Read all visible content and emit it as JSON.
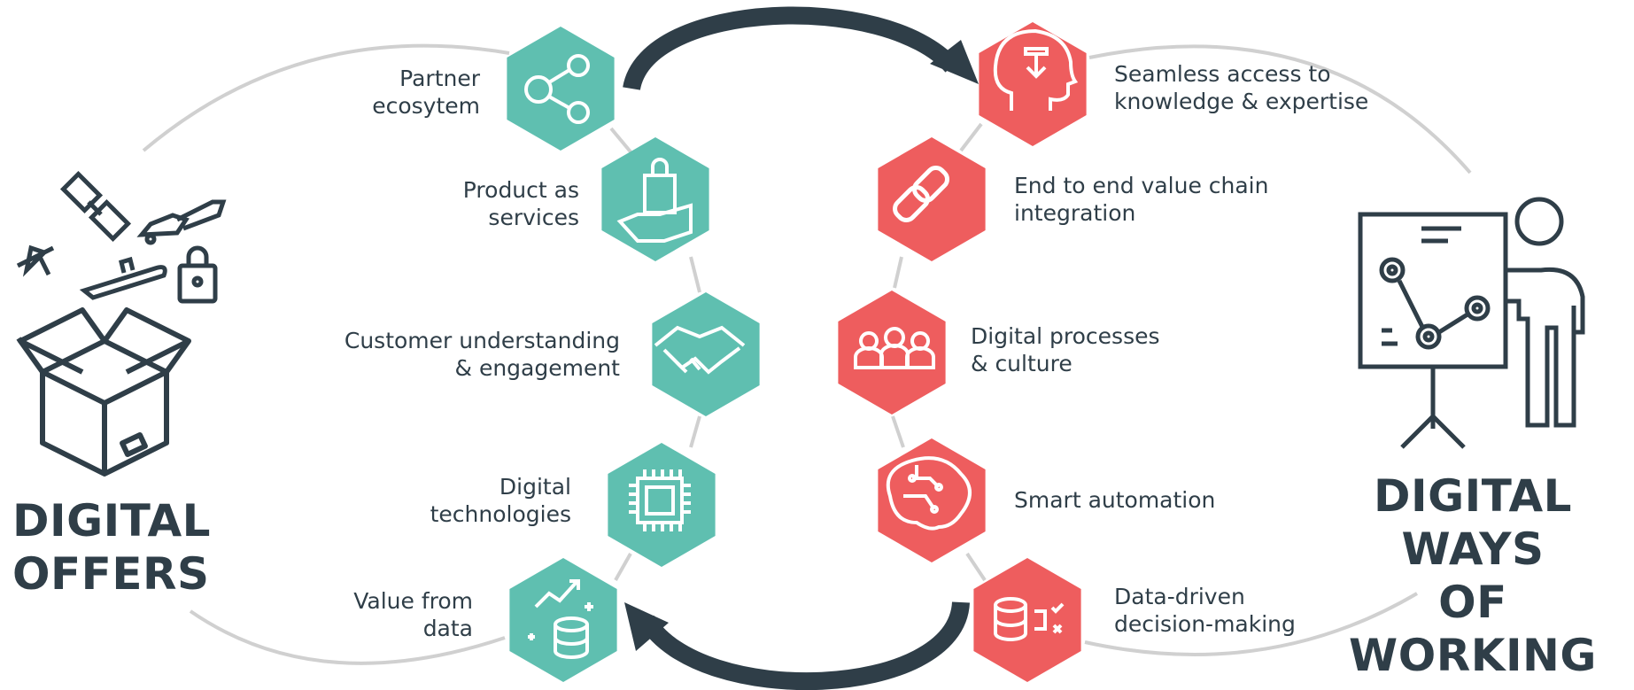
{
  "left_title": "DIGITAL\nOFFERS",
  "right_title": "DIGITAL WAYS\nOF WORKING",
  "colors": {
    "teal": "#5fbfb0",
    "coral": "#ee5d5e",
    "dark": "#2f3e48",
    "line": "#d0d0d0"
  },
  "left_items": [
    {
      "label": "Partner\necosytem",
      "icon": "share-network-icon"
    },
    {
      "label": "Product as\nservices",
      "icon": "shopping-bag-hand-icon"
    },
    {
      "label": "Customer understanding\n& engagement",
      "icon": "handshake-icon"
    },
    {
      "label": "Digital\ntechnologies",
      "icon": "microchip-icon"
    },
    {
      "label": "Value from\ndata",
      "icon": "database-growth-icon"
    }
  ],
  "right_items": [
    {
      "label": "Seamless access to\nknowledge & expertise",
      "icon": "head-download-icon"
    },
    {
      "label": "End to end value chain\nintegration",
      "icon": "chain-link-icon"
    },
    {
      "label": "Digital processes\n& culture",
      "icon": "team-people-icon"
    },
    {
      "label": "Smart automation",
      "icon": "circuit-brain-icon"
    },
    {
      "label": "Data-driven\ndecision-making",
      "icon": "database-decision-icon"
    }
  ]
}
